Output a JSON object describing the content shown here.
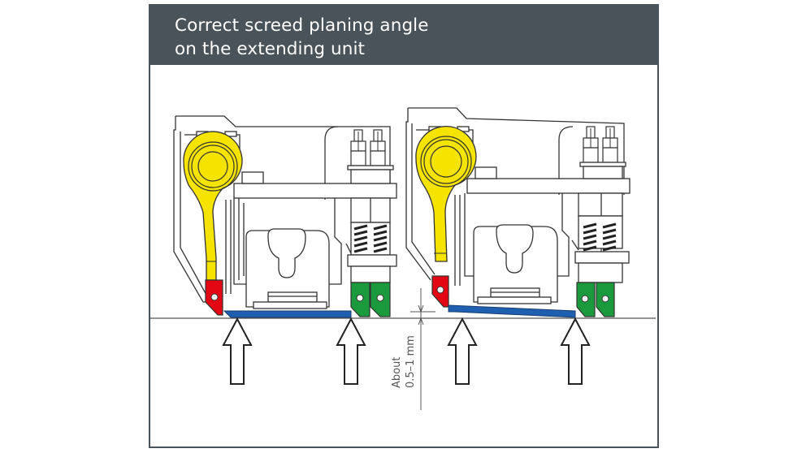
{
  "header": {
    "title_line1": "Correct screed planing angle",
    "title_line2": "on the extending unit"
  },
  "diagram": {
    "gap_label_line1": "About",
    "gap_label_line2": "0.5–1 mm",
    "units": [
      {
        "name": "left-unit",
        "state": "flat"
      },
      {
        "name": "right-unit",
        "state": "angled"
      }
    ]
  },
  "colors": {
    "header_bg": "#4a5359",
    "yellow_lever": "#f5e300",
    "red_block": "#e30613",
    "green_block": "#1a9a3c",
    "blue_plate": "#1f5fb0",
    "line": "#333333"
  }
}
